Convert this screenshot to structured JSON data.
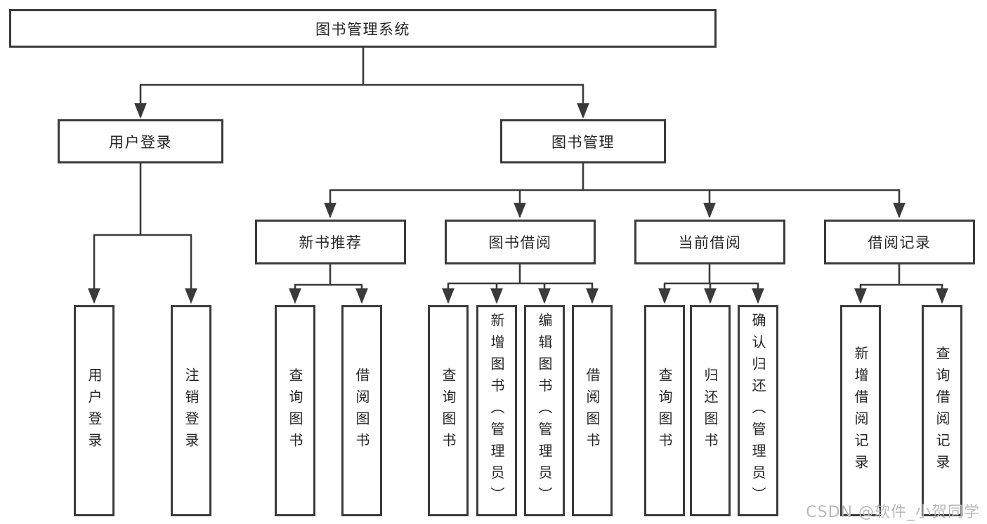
{
  "diagram": {
    "root": {
      "label": "图书管理系统"
    },
    "level2": [
      {
        "label": "用户登录"
      },
      {
        "label": "图书管理"
      }
    ],
    "level3": [
      {
        "label": "新书推荐"
      },
      {
        "label": "图书借阅"
      },
      {
        "label": "当前借阅"
      },
      {
        "label": "借阅记录"
      }
    ],
    "leaves": {
      "user_login": [
        "用户登录",
        "注销登录"
      ],
      "new_book": [
        "查询图书",
        "借阅图书"
      ],
      "book_borrow": [
        "查询图书",
        "新增图书（管理员）",
        "编辑图书（管理员）",
        "借阅图书"
      ],
      "current_borrow": [
        "查询图书",
        "归还图书",
        "确认归还（管理员）"
      ],
      "borrow_record": [
        "新增借阅记录",
        "查询借阅记录"
      ]
    }
  },
  "watermark": {
    "text": "CSDN @软件_小贺同学"
  },
  "colors": {
    "line": "#3a3a3a",
    "text": "#262626",
    "box_background": "#ffffff",
    "watermark": "#b9b9b9"
  }
}
